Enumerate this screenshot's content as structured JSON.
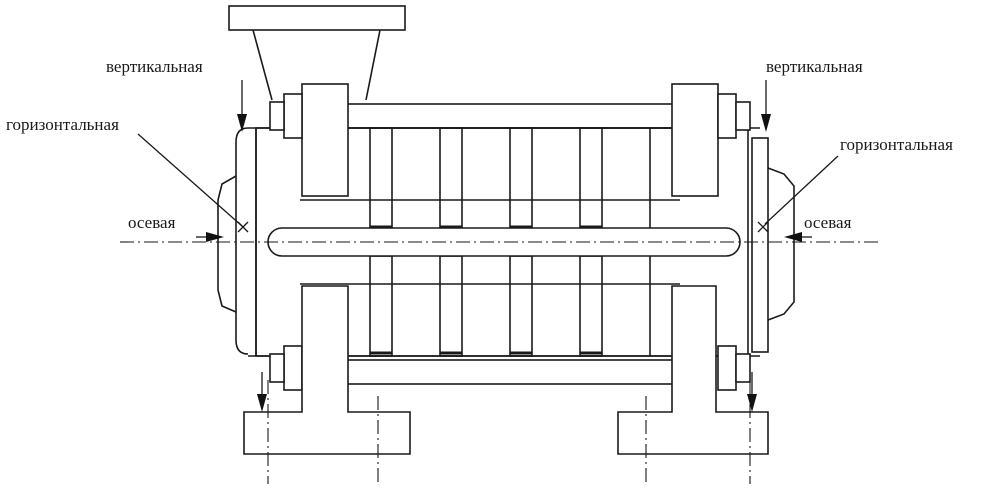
{
  "labels": {
    "vertical_left": "вертикальная",
    "vertical_right": "вертикальная",
    "horizontal_left": "горизонтальная",
    "horizontal_right": "горизонтальная",
    "axial_left": "осевая",
    "axial_right": "осевая"
  },
  "colors": {
    "line": "#1a1a1a",
    "background": "#ffffff"
  }
}
